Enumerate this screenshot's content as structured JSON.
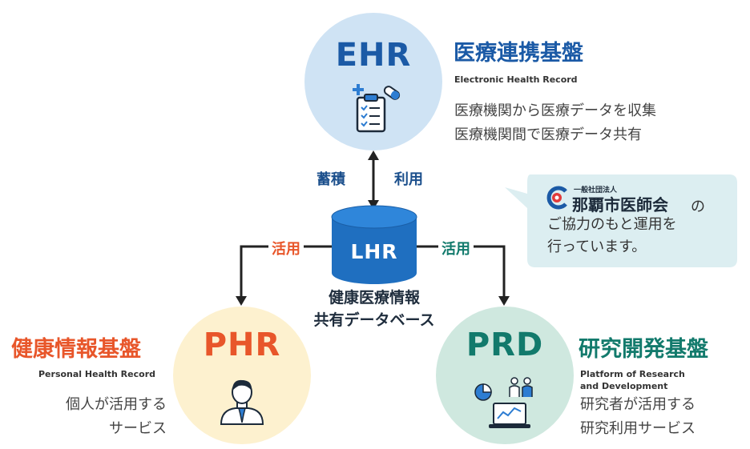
{
  "ehr": {
    "code": "EHR",
    "title": "医療連携基盤",
    "subtitle": "Electronic Health Record",
    "desc": [
      "医療機関から医療データを収集",
      "医療機関間で医療データ共有"
    ],
    "color": "#1b5aa6"
  },
  "lhr": {
    "code": "LHR",
    "caption": [
      "健康医療情報",
      "共有データベース"
    ],
    "color": "#1f6fc0"
  },
  "phr": {
    "code": "PHR",
    "title": "健康情報基盤",
    "subtitle": "Personal Health Record",
    "desc": [
      "個人が活用する",
      "サービス"
    ],
    "color": "#e8562a"
  },
  "prd": {
    "code": "PRD",
    "title": "研究開発基盤",
    "subtitle": [
      "Platform of Research",
      "and Development"
    ],
    "desc": [
      "研究者が活用する",
      "研究利用サービス"
    ],
    "color": "#127a6c"
  },
  "arrows": {
    "store": "蓄積",
    "use": "利用",
    "utilize_left": "活用",
    "utilize_right": "活用"
  },
  "callout": {
    "org_small": "一般社団法人",
    "org_name": "那覇市医師会",
    "suffix": "の",
    "lines": [
      "ご協力のもと運用を",
      "行っています。"
    ]
  }
}
